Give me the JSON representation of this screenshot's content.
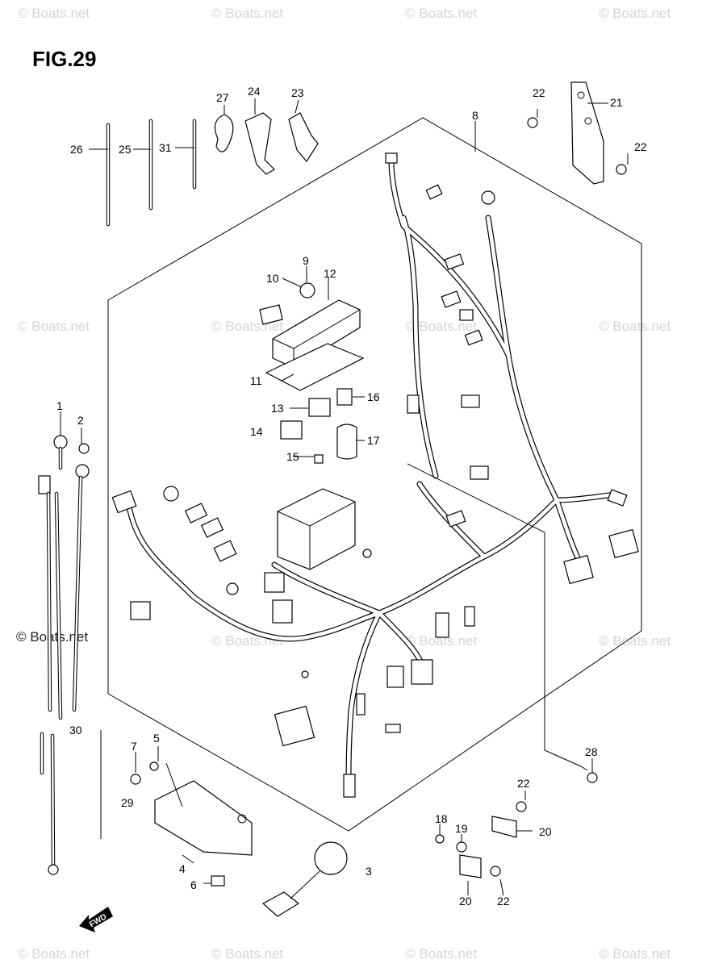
{
  "figure": {
    "title": "FIG.29"
  },
  "watermark": {
    "text": "© Boats.net"
  },
  "callouts": {
    "c1": "1",
    "c2": "2",
    "c3": "3",
    "c4": "4",
    "c5": "5",
    "c6": "6",
    "c7": "7",
    "c8": "8",
    "c9": "9",
    "c10": "10",
    "c11": "11",
    "c12": "12",
    "c13": "13",
    "c14": "14",
    "c15": "15",
    "c16": "16",
    "c17": "17",
    "c18": "18",
    "c19": "19",
    "c20a": "20",
    "c20b": "20",
    "c21": "21",
    "c22a": "22",
    "c22b": "22",
    "c22c": "22",
    "c22d": "22",
    "c23": "23",
    "c24": "24",
    "c25": "25",
    "c26": "26",
    "c27": "27",
    "c28": "28",
    "c29": "29",
    "c30": "30",
    "c31": "31"
  },
  "fwd_indicator": {
    "label": "FWD"
  }
}
